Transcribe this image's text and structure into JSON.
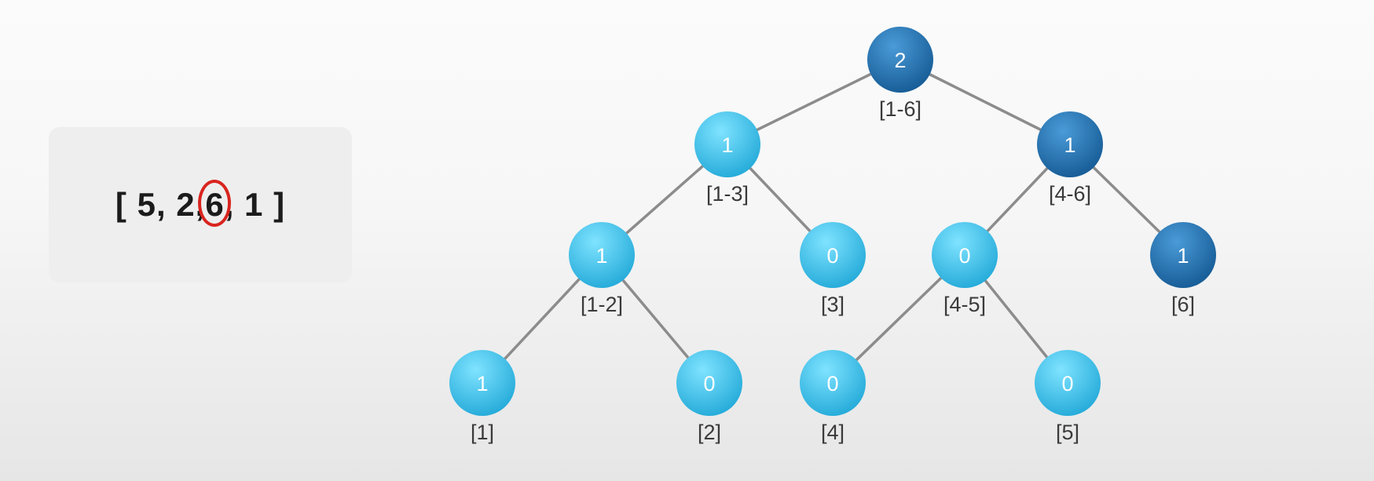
{
  "array": {
    "open": "[",
    "items": [
      "5",
      "2",
      "6",
      "1"
    ],
    "highlighted_index": 2,
    "close": "]"
  },
  "colors": {
    "light_node": "#3fc6ec",
    "dark_node": "#1f6fb2",
    "edge": "#8c8c8c",
    "highlight_ring": "#d9241f"
  },
  "tree": {
    "nodes": [
      {
        "id": "n1-6",
        "value": "2",
        "range": "[1-6]",
        "shade": "dark",
        "parent": null
      },
      {
        "id": "n1-3",
        "value": "1",
        "range": "[1-3]",
        "shade": "light",
        "parent": "n1-6"
      },
      {
        "id": "n4-6",
        "value": "1",
        "range": "[4-6]",
        "shade": "dark",
        "parent": "n1-6"
      },
      {
        "id": "n1-2",
        "value": "1",
        "range": "[1-2]",
        "shade": "light",
        "parent": "n1-3"
      },
      {
        "id": "n3",
        "value": "0",
        "range": "[3]",
        "shade": "light",
        "parent": "n1-3"
      },
      {
        "id": "n4-5",
        "value": "0",
        "range": "[4-5]",
        "shade": "light",
        "parent": "n4-6"
      },
      {
        "id": "n6",
        "value": "1",
        "range": "[6]",
        "shade": "dark",
        "parent": "n4-6"
      },
      {
        "id": "n1",
        "value": "1",
        "range": "[1]",
        "shade": "light",
        "parent": "n1-2"
      },
      {
        "id": "n2",
        "value": "0",
        "range": "[2]",
        "shade": "light",
        "parent": "n1-2"
      },
      {
        "id": "n4",
        "value": "0",
        "range": "[4]",
        "shade": "light",
        "parent": "n4-5"
      },
      {
        "id": "n5",
        "value": "0",
        "range": "[5]",
        "shade": "light",
        "parent": "n4-5"
      }
    ]
  }
}
